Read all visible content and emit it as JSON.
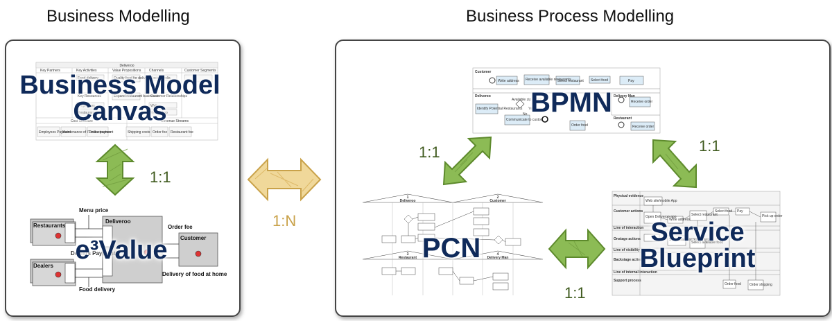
{
  "titles": {
    "left": "Business Modelling",
    "right": "Business Process Modelling"
  },
  "labels": {
    "bmc": "Business Model Canvas",
    "e3value": "e³Value",
    "bpmn": "BPMN",
    "pcn": "PCN",
    "service_blueprint": "Service Blueprint"
  },
  "ratios": {
    "bmc_e3value": "1:1",
    "between_sections": "1:N",
    "bpmn_pcn": "1:1",
    "bpmn_blueprint": "1:1",
    "pcn_blueprint": "1:1"
  },
  "bmc_thumb": {
    "title": "Deliveroo",
    "headers": [
      "Key Partners",
      "Key Activities",
      "Value Propositions",
      "Channels",
      "Customer Segments"
    ],
    "cells": [
      "Food delivery",
      "Key Resources",
      "Employees",
      "Restaurants",
      "Social media",
      "Customer Relationships",
      "Web",
      "Mobile App",
      "Quality food for delivery",
      "Expand restaurant businesse"
    ],
    "cost_header": "Cost Structure",
    "revenue_header": "Revenue Streams",
    "bottom": [
      "Employees Payment",
      "Maintenance of IT infrastructure",
      "Dealer payment",
      "Shipping costs",
      "Order fee",
      "Restaurant fee"
    ]
  },
  "e3value_thumb": {
    "actors": [
      "Restaurants",
      "Dealers",
      "Deliveroo",
      "Customer"
    ],
    "flows": [
      "Menu price",
      "Dealers Payment",
      "Food delivery",
      "Order fee",
      "Delivery of food at home"
    ]
  },
  "bpmn_thumb": {
    "lanes": [
      "Customer",
      "Deliveroo",
      "Delivery Man",
      "Restaurant"
    ],
    "tasks": [
      "Write address",
      "Receive available restaurants",
      "Select restaurant",
      "Select food",
      "Pay",
      "Identify Potential Restaurants",
      "Available zip zone?",
      "Communicate to customer",
      "Order food",
      "Receive order",
      "Receive order"
    ],
    "gateway_labels": [
      "Yes",
      "No"
    ]
  },
  "pcn_thumb": {
    "domains": [
      "Deliveroo",
      "Customer",
      "Restaurant",
      "Delivery Man"
    ],
    "numbers": [
      "1",
      "2",
      "3",
      "4"
    ]
  },
  "blueprint_thumb": {
    "rows": [
      "Physical evidence",
      "Customer actions",
      "Line of interaction",
      "Onstage actions",
      "Line of visibility",
      "Backstage actions",
      "Line of internal interaction",
      "Support process"
    ],
    "boxes": [
      "Web site/mobile App",
      "Write address",
      "Select restaurant",
      "Select food",
      "Pay",
      "Pick up order",
      "Open Deliveroo app",
      "Send available restaurants",
      "Select available food",
      "Order food",
      "Order shipping"
    ]
  },
  "colors": {
    "arrow_green": "#6f9a3c",
    "arrow_gold": "#d9b25c",
    "label_navy": "#0f2a5a"
  }
}
